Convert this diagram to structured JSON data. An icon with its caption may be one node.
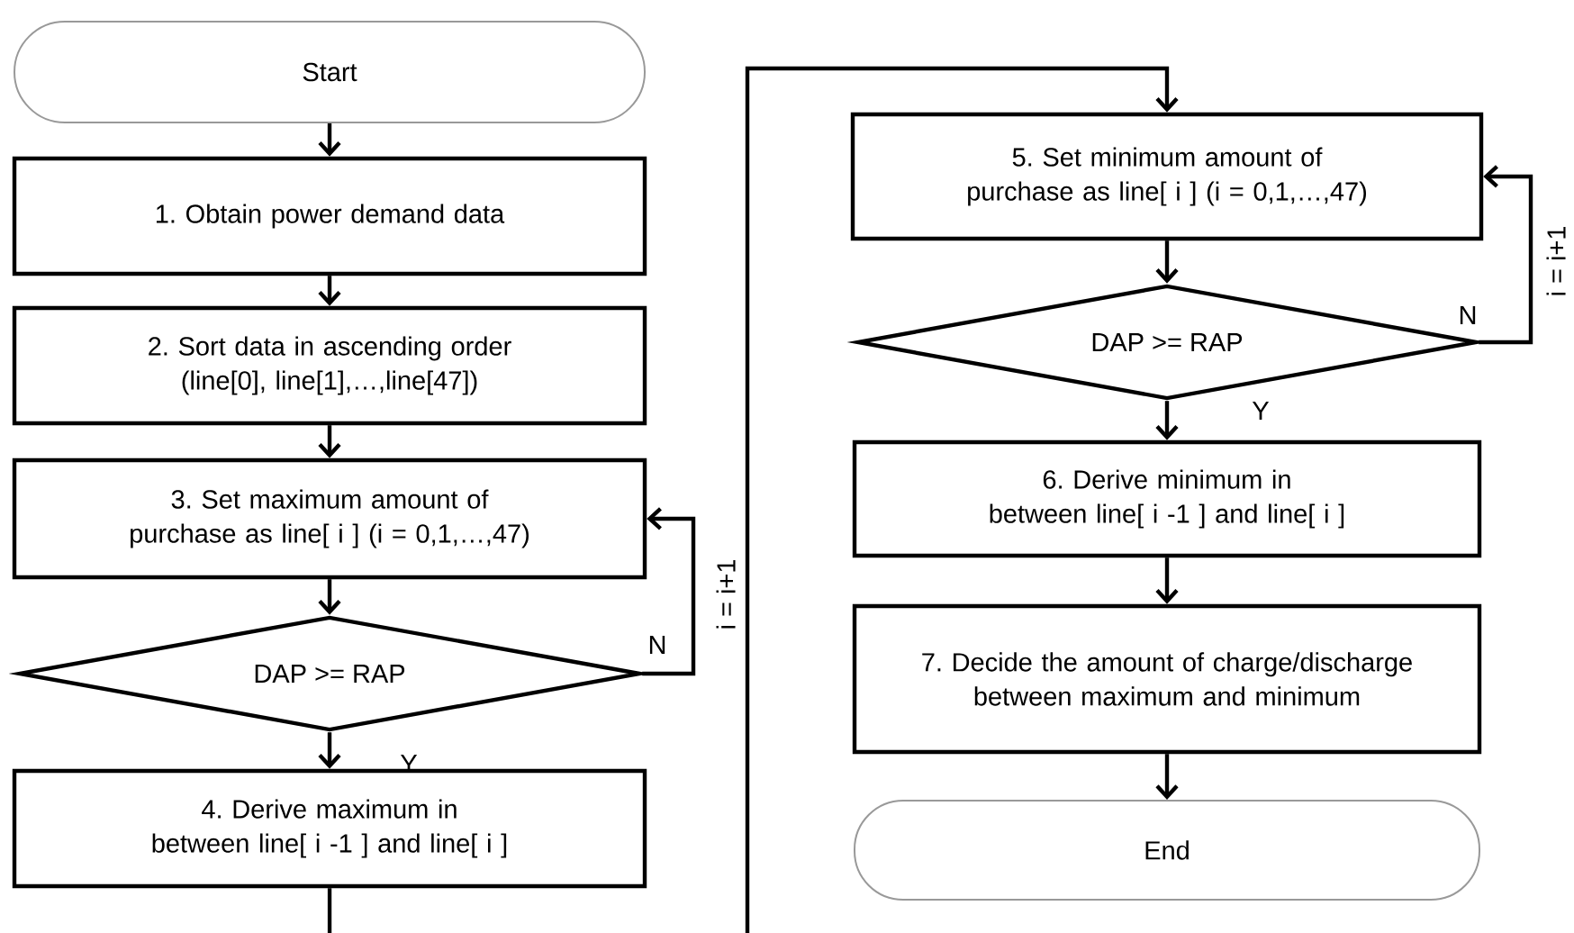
{
  "diagram": {
    "nodes": [
      {
        "text": [
          "Start"
        ]
      },
      {
        "text": [
          "1. Obtain power demand data"
        ]
      },
      {
        "text": [
          "2. Sort data in ascending order (line[0], line[1],…,line[47])"
        ]
      },
      {
        "text": [
          "3. Set maximum amount of purchase as line[ i ] (i = 0,1,…,47)"
        ]
      },
      {
        "text": [
          "DAP >= RAP"
        ]
      },
      {
        "text": [
          "4. Derive maximum in between line[ i -1 ] and line[ i ]"
        ]
      },
      {
        "text": [
          "5. Set minimum amount of purchase as line[ i ] (i = 0,1,…,47)"
        ]
      },
      {
        "text": [
          "DAP >= RAP"
        ]
      },
      {
        "text": [
          "6. Derive minimum in between line[ i -1 ] and line[ i ]"
        ]
      },
      {
        "text": [
          "7. Decide the amount of charge/discharge between maximum and minimum"
        ]
      },
      {
        "text": [
          "End"
        ]
      }
    ],
    "edges": [
      {
        "from": 0,
        "to": 1,
        "arrow": "to"
      },
      {
        "from": 1,
        "to": 2,
        "arrow": "to"
      },
      {
        "from": 2,
        "to": 3,
        "arrow": "to"
      },
      {
        "from": 3,
        "to": 4,
        "arrow": "to"
      },
      {
        "from": 4,
        "to": 5,
        "arrow": "to",
        "label": "Y"
      },
      {
        "from": 4,
        "to": 3,
        "arrow": "to",
        "label": "N"
      },
      {
        "from": 5,
        "to": 6,
        "arrow": "to"
      },
      {
        "from": 6,
        "to": 7,
        "arrow": "to"
      },
      {
        "from": 7,
        "to": 8,
        "arrow": "to",
        "label": "Y"
      },
      {
        "from": 7,
        "to": 6,
        "arrow": "to",
        "label": "N"
      },
      {
        "from": 8,
        "to": 9,
        "arrow": "to"
      },
      {
        "from": 9,
        "to": 10,
        "arrow": "to"
      }
    ],
    "labels": [
      "i = i+1",
      "i = i+1"
    ]
  }
}
